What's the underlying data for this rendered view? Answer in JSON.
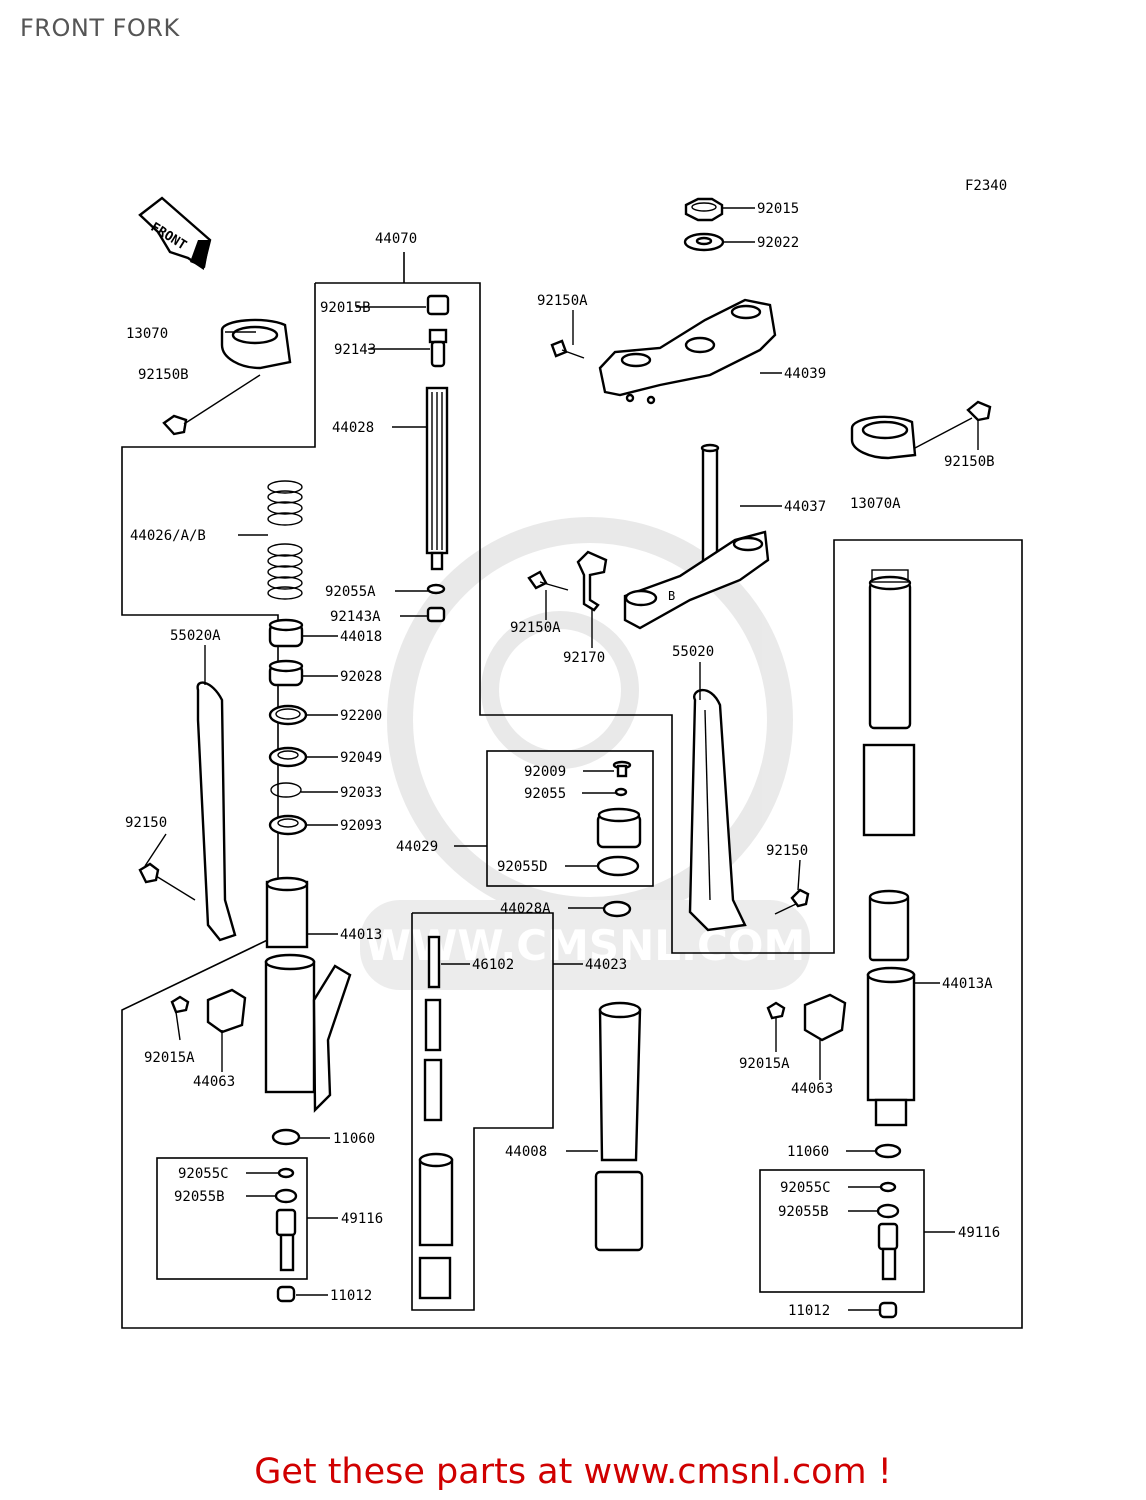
{
  "title": "FRONT FORK",
  "figure_code": "F2340",
  "front_arrow": "FRONT",
  "watermark": "WWW.CMSNL.COM",
  "footer": "Get these parts at www.cmsnl.com !",
  "parts": [
    "92015",
    "92022",
    "92150A",
    "44039",
    "13070A",
    "92150B",
    "44037",
    "92170",
    "55020",
    "44070",
    "92015B",
    "92143",
    "44028",
    "44026/A/B",
    "92055A",
    "92143A",
    "44018",
    "92028",
    "92200",
    "92049",
    "92033",
    "92093",
    "44029",
    "92009",
    "92055",
    "92055D",
    "44028A",
    "44013",
    "46102",
    "44023",
    "44013A",
    "55020A",
    "13070",
    "92150",
    "92015A",
    "44063",
    "11060",
    "92055C",
    "92055B",
    "49116",
    "11012",
    "44008"
  ]
}
